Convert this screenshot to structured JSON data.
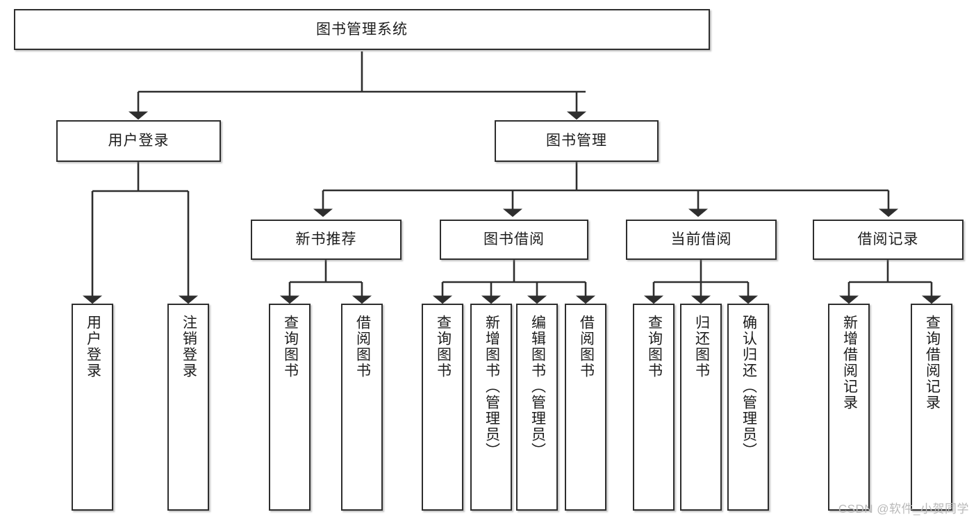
{
  "diagram": {
    "title_node": {
      "id": "root",
      "label": "图书管理系统"
    },
    "level2": [
      {
        "id": "login",
        "label": "用户登录"
      },
      {
        "id": "bookmgmt",
        "label": "图书管理"
      }
    ],
    "level3": [
      {
        "id": "newbook",
        "label": "新书推荐"
      },
      {
        "id": "borrow",
        "label": "图书借阅"
      },
      {
        "id": "current",
        "label": "当前借阅"
      },
      {
        "id": "record",
        "label": "借阅记录"
      }
    ],
    "leaves": {
      "login": [
        {
          "id": "leaf-user-login",
          "label": "用户登录"
        },
        {
          "id": "leaf-logout",
          "label": "注销登录"
        }
      ],
      "newbook": [
        {
          "id": "leaf-query-book-1",
          "label": "查询图书"
        },
        {
          "id": "leaf-borrow-book-1",
          "label": "借阅图书"
        }
      ],
      "borrow": [
        {
          "id": "leaf-query-book-2",
          "label": "查询图书"
        },
        {
          "id": "leaf-add-book",
          "label": "新增图书（管理员）"
        },
        {
          "id": "leaf-edit-book",
          "label": "编辑图书（管理员）"
        },
        {
          "id": "leaf-borrow-book-2",
          "label": "借阅图书"
        }
      ],
      "current": [
        {
          "id": "leaf-query-book-3",
          "label": "查询图书"
        },
        {
          "id": "leaf-return-book",
          "label": "归还图书"
        },
        {
          "id": "leaf-confirm-return",
          "label": "确认归还（管理员）"
        }
      ],
      "record": [
        {
          "id": "leaf-add-record",
          "label": "新增借阅记录"
        },
        {
          "id": "leaf-query-record",
          "label": "查询借阅记录"
        }
      ]
    },
    "colors": {
      "box_border": "#2e2e2e",
      "box_fill": "#ffffff",
      "connector": "#2e2e2e",
      "text": "#1c1c1c",
      "watermark": "#b9b9b9"
    }
  },
  "watermark": {
    "text": "CSDN @软件_小贺同学"
  }
}
